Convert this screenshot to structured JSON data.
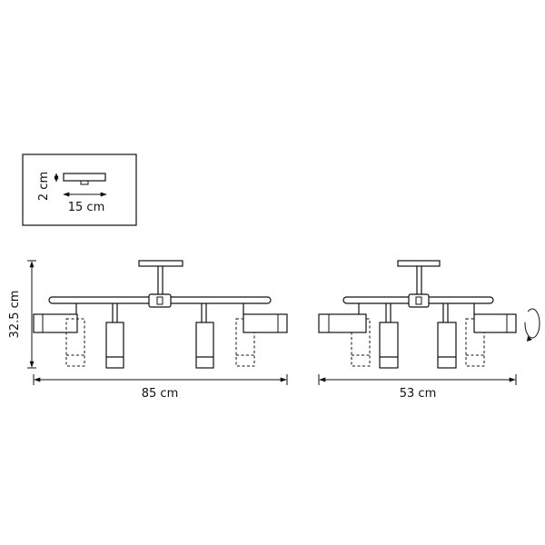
{
  "diagram": {
    "type": "lamp-dimension-drawing",
    "colors": {
      "stroke": "#111111",
      "background": "#ffffff"
    },
    "mount_plate": {
      "height_label": "2 cm",
      "width_label": "15 cm"
    },
    "front_view": {
      "height_label": "32.5 cm",
      "width_label": "85 cm"
    },
    "side_view": {
      "width_label": "53 cm",
      "rotation_icon": "rotate-arrow-icon"
    }
  }
}
